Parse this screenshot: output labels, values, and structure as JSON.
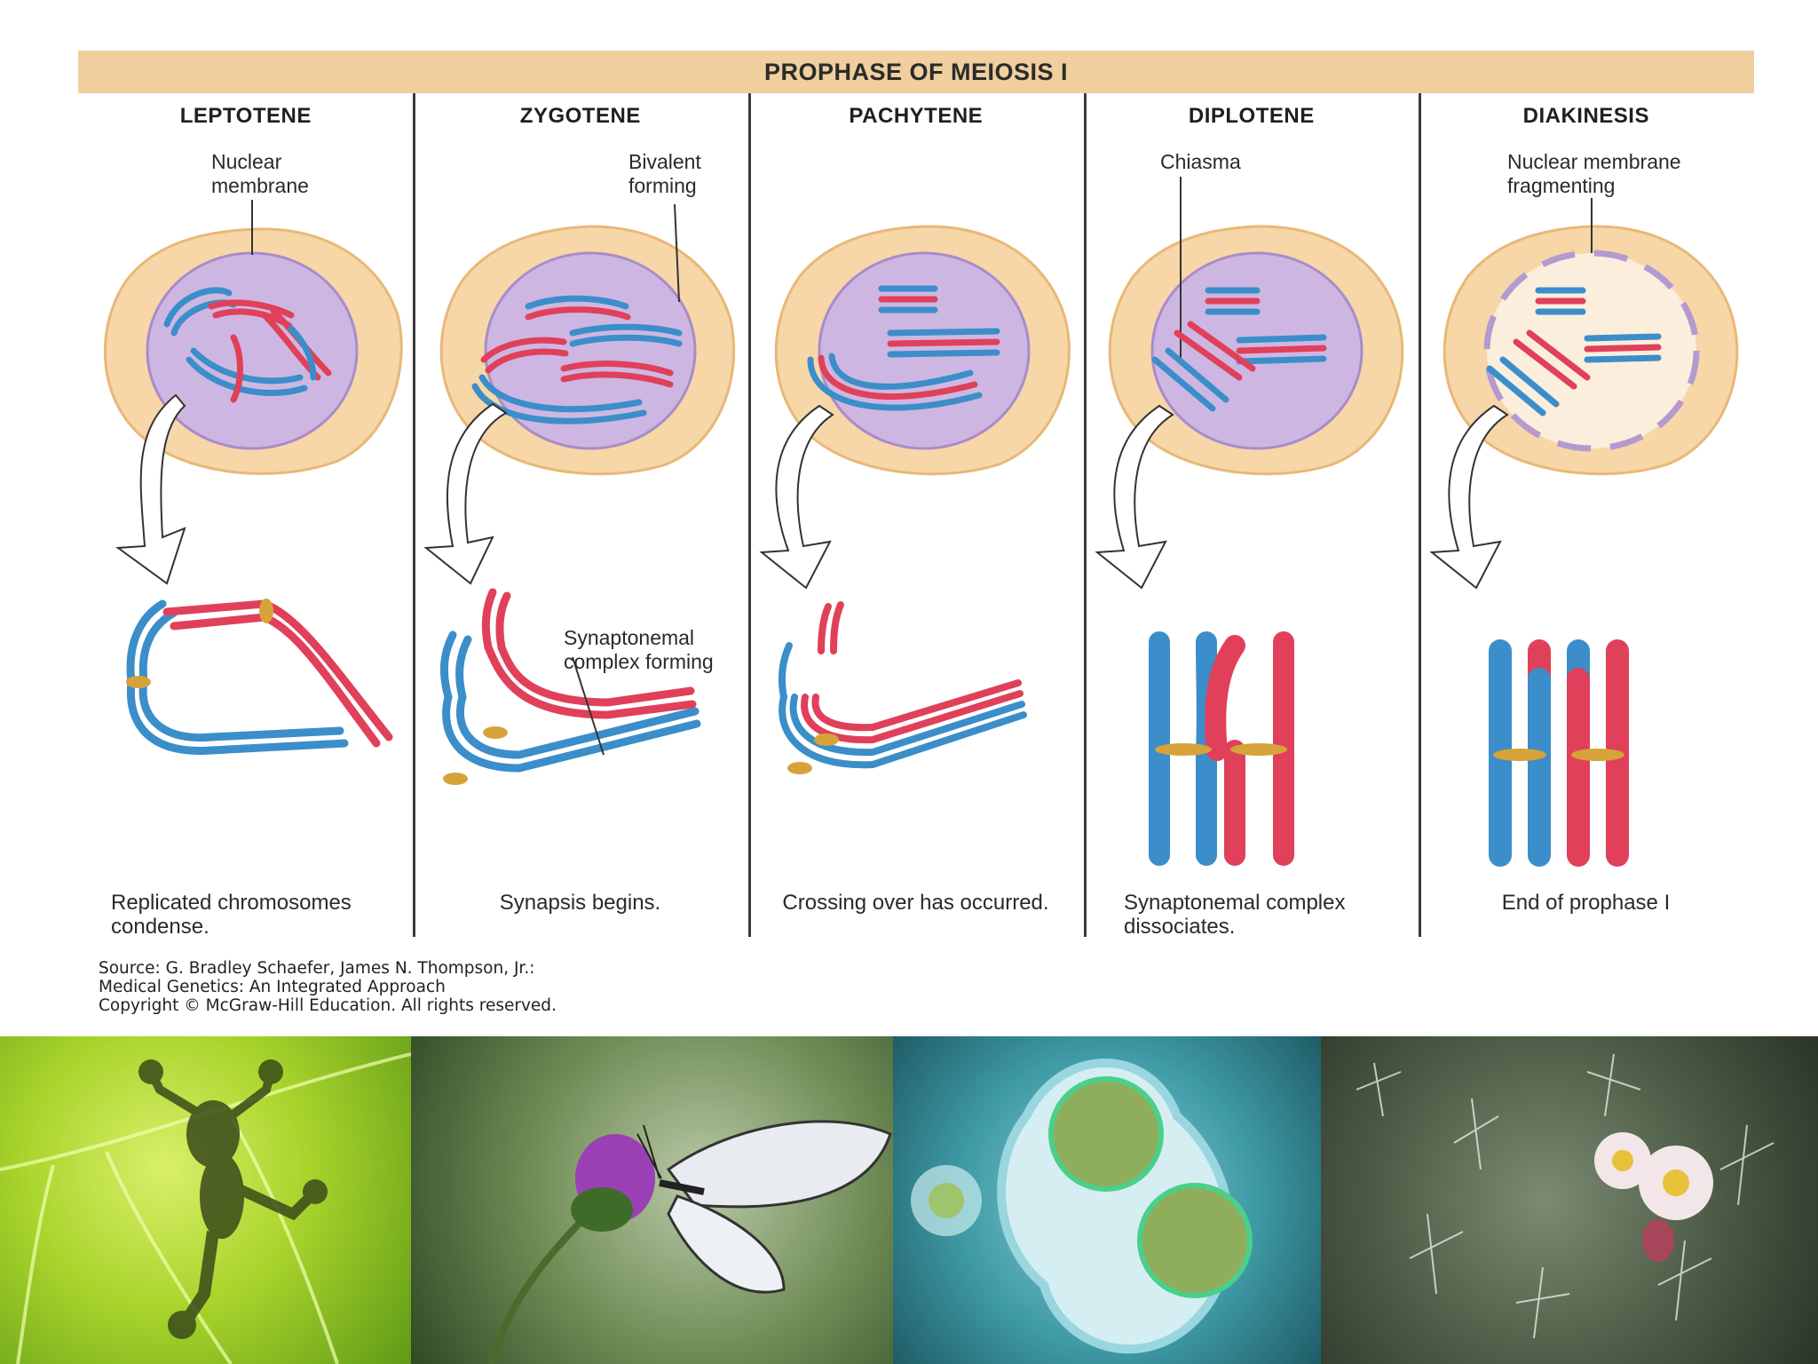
{
  "title": "PROPHASE OF MEIOSIS I",
  "stages": [
    {
      "name": "LEPTOTENE",
      "labels": [
        "Nuclear",
        "membrane"
      ],
      "caption": [
        "Replicated chromosomes",
        "condense."
      ]
    },
    {
      "name": "ZYGOTENE",
      "labels": [
        "Bivalent",
        "forming"
      ],
      "extra_labels": [
        "Synaptonemal",
        "complex forming"
      ],
      "caption": [
        "Synapsis begins."
      ]
    },
    {
      "name": "PACHYTENE",
      "caption": [
        "Crossing over has occurred."
      ]
    },
    {
      "name": "DIPLOTENE",
      "labels": [
        "Chiasma"
      ],
      "caption": [
        "Synaptonemal complex",
        "dissociates."
      ]
    },
    {
      "name": "DIAKINESIS",
      "labels": [
        "Nuclear membrane",
        "fragmenting"
      ],
      "caption": [
        "End of prophase I"
      ]
    }
  ],
  "source": {
    "line1": "Source: G. Bradley Schaefer, James N. Thompson, Jr.:",
    "line2": "Medical Genetics: An Integrated Approach",
    "line3": "Copyright © McGraw-Hill Education. All rights reserved."
  },
  "colors": {
    "banner": "#efcf9d",
    "cytoplasm": "#f7d6a8",
    "nucleus": "#cdb7e2",
    "maternal": "#e0405a",
    "paternal": "#3b8ec9",
    "centromere": "#d6a33a"
  },
  "photos": [
    "frog-silhouette-on-leaf",
    "butterfly-on-purple-flower",
    "dividing-cell",
    "cactus-with-flowers"
  ]
}
